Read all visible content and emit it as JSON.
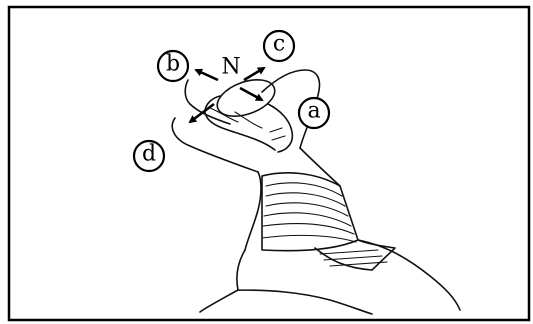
{
  "figure": {
    "pole_label": "N",
    "direction_labels": {
      "a": "a",
      "b": "b",
      "c": "c",
      "d": "d"
    },
    "colors": {
      "ink": "#111111",
      "background": "#ffffff"
    }
  }
}
